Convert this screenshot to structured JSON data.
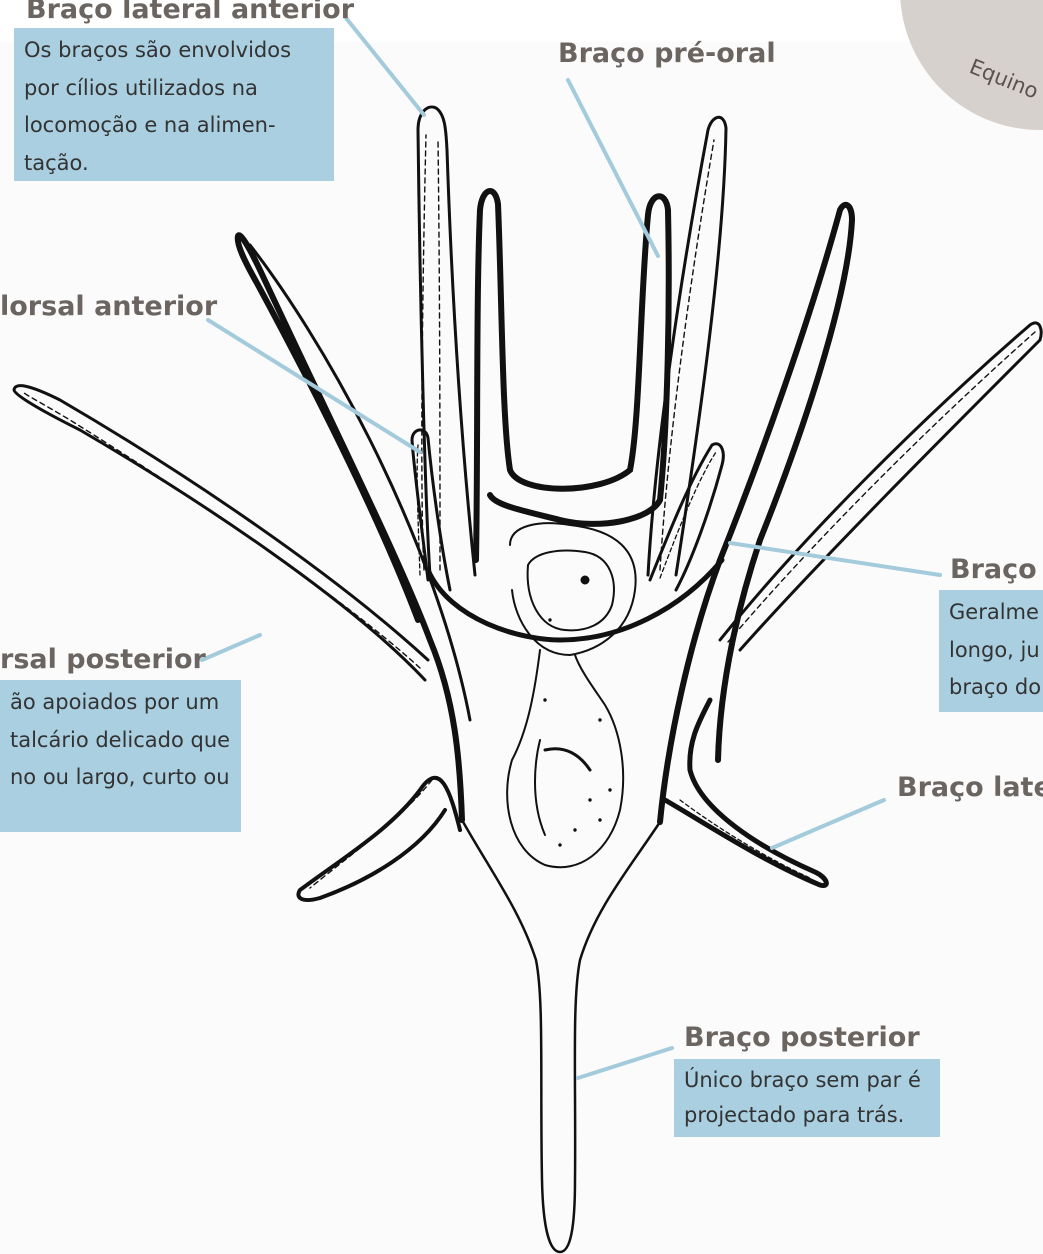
{
  "labels": {
    "lateral_anterior": {
      "title": "Braço lateral anterior",
      "lines": [
        "Os braços são envolvidos",
        "por cílios utilizados na",
        "locomoção e na alimen-",
        "tação."
      ]
    },
    "pre_oral": {
      "title": "Braço pré-oral"
    },
    "dorsal_anterior": {
      "title": "lorsal anterior"
    },
    "dorsal_posterior": {
      "title": "rsal posterior",
      "lines": [
        "ão apoiados por um",
        "talcário delicado que",
        "no ou largo, curto ou"
      ]
    },
    "right_upper": {
      "title": "Braço p",
      "lines": [
        "Geralme",
        "longo, ju",
        "braço do"
      ]
    },
    "lateral_right": {
      "title": "Braço later"
    },
    "posterior": {
      "title": "Braço posterior",
      "lines": [
        "Único braço sem par é",
        "projectado para trás."
      ]
    }
  },
  "badge": {
    "text": "Equino"
  },
  "colors": {
    "label_title": "#6b6562",
    "box_fill": "#a9cfe0",
    "leader_line": "#a3cbdb",
    "drawing_ink": "#111111",
    "badge_circle": "#d7d1cd"
  }
}
